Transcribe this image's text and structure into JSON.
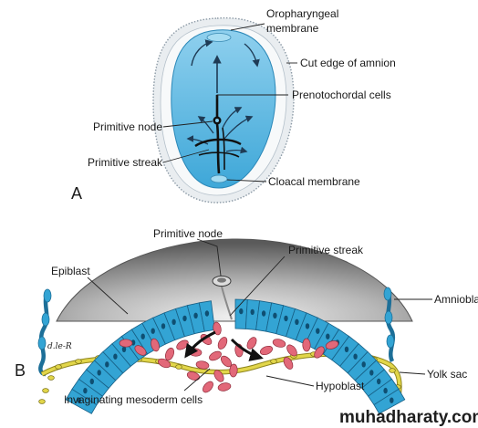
{
  "panels": {
    "a": {
      "letter": "A",
      "labels": {
        "oropharyngeal_line1": "Oropharyngeal",
        "oropharyngeal_line2": "membrane",
        "cut_edge": "Cut edge of amnion",
        "prenotochordal": "Prenotochordal cells",
        "primitive_node": "Primitive node",
        "primitive_streak": "Primitive streak",
        "cloacal": "Cloacal membrane"
      }
    },
    "b": {
      "letter": "B",
      "labels": {
        "primitive_node": "Primitive node",
        "primitive_streak": "Primitive streak",
        "epiblast": "Epiblast",
        "amnioblasts": "Amnioblasts",
        "hypoblast": "Hypoblast",
        "yolk_sac": "Yolk sac",
        "invaginating": "Invaginating mesoderm cells"
      },
      "signature": "d.le-R"
    }
  },
  "watermark": "muhadharaty.com",
  "colors": {
    "embryonic_disc": "#5ab6de",
    "epiblast_cells": "#33a4d4",
    "mesoderm_cells": "#e26879",
    "yolk_sac_cells": "#e2d64a",
    "amnion_dome": "#8a8a8a"
  }
}
